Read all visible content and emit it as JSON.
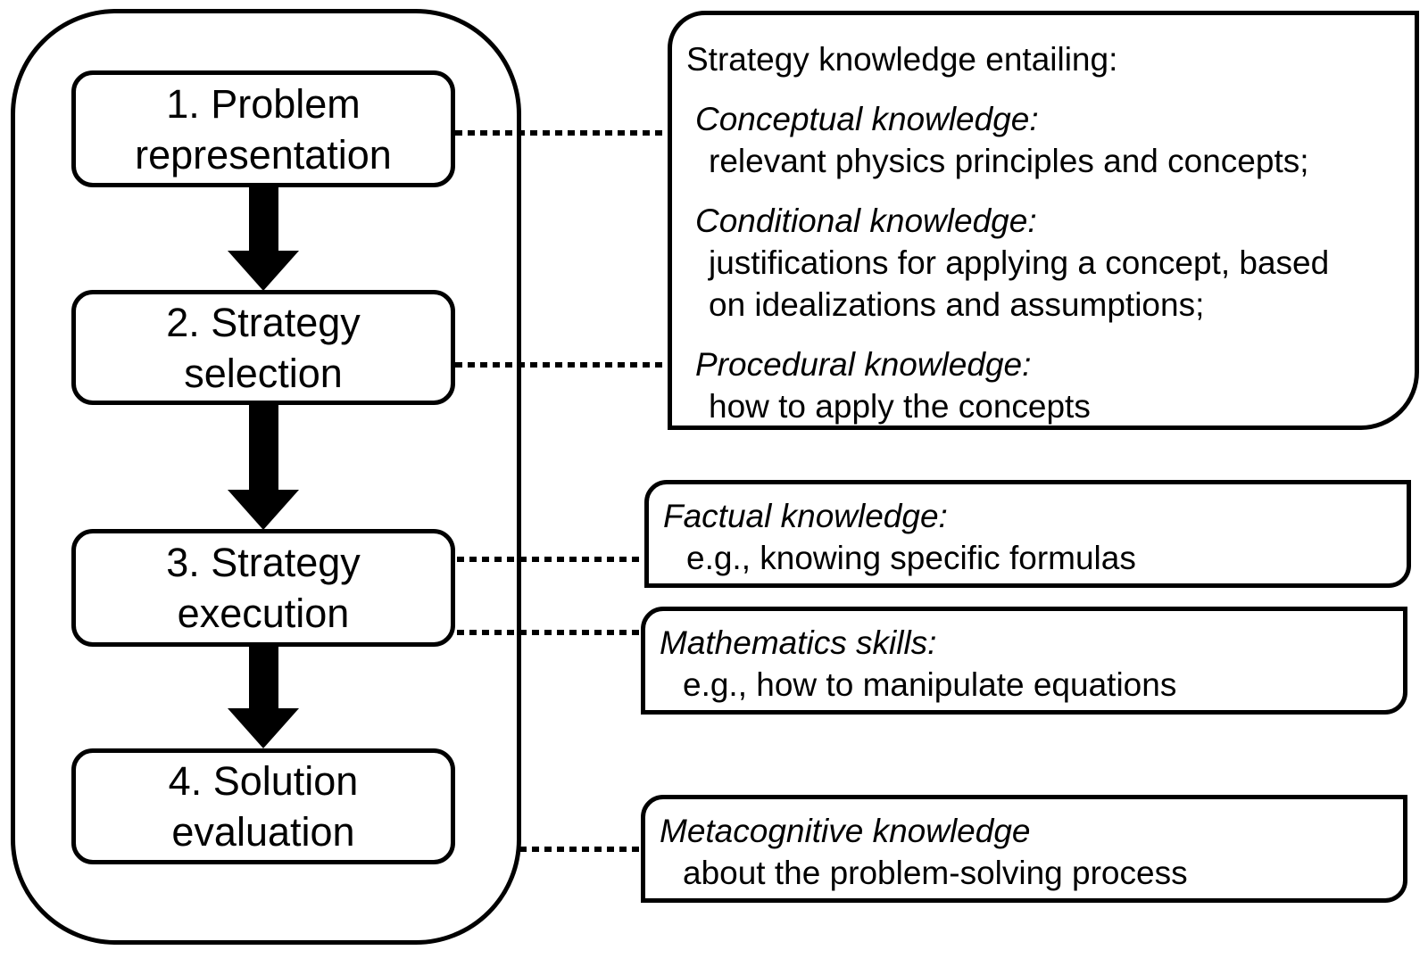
{
  "colors": {
    "ink": "#000000",
    "background": "#ffffff"
  },
  "flowchart": {
    "steps": [
      {
        "lines": [
          "1. Problem",
          "representation"
        ]
      },
      {
        "lines": [
          "2. Strategy",
          "selection"
        ]
      },
      {
        "lines": [
          "3. Strategy",
          "execution"
        ]
      },
      {
        "lines": [
          "4. Solution",
          "evaluation"
        ]
      }
    ]
  },
  "knowledge_boxes": {
    "strategy": {
      "title": "Strategy knowledge entailing:",
      "groups": [
        {
          "heading": "Conceptual knowledge:",
          "lines": [
            "relevant physics principles and concepts;"
          ]
        },
        {
          "heading": "Conditional knowledge:",
          "lines": [
            "justifications for applying a concept, based",
            "on idealizations and assumptions;"
          ]
        },
        {
          "heading": "Procedural knowledge:",
          "lines": [
            "how to apply the concepts"
          ]
        }
      ]
    },
    "factual": {
      "heading": "Factual knowledge:",
      "lines": [
        "e.g., knowing specific formulas"
      ]
    },
    "mathematics": {
      "heading": "Mathematics skills:",
      "lines": [
        "e.g., how to manipulate equations"
      ]
    },
    "metacognitive": {
      "heading": "Metacognitive knowledge",
      "lines": [
        "about the problem-solving process"
      ]
    }
  }
}
